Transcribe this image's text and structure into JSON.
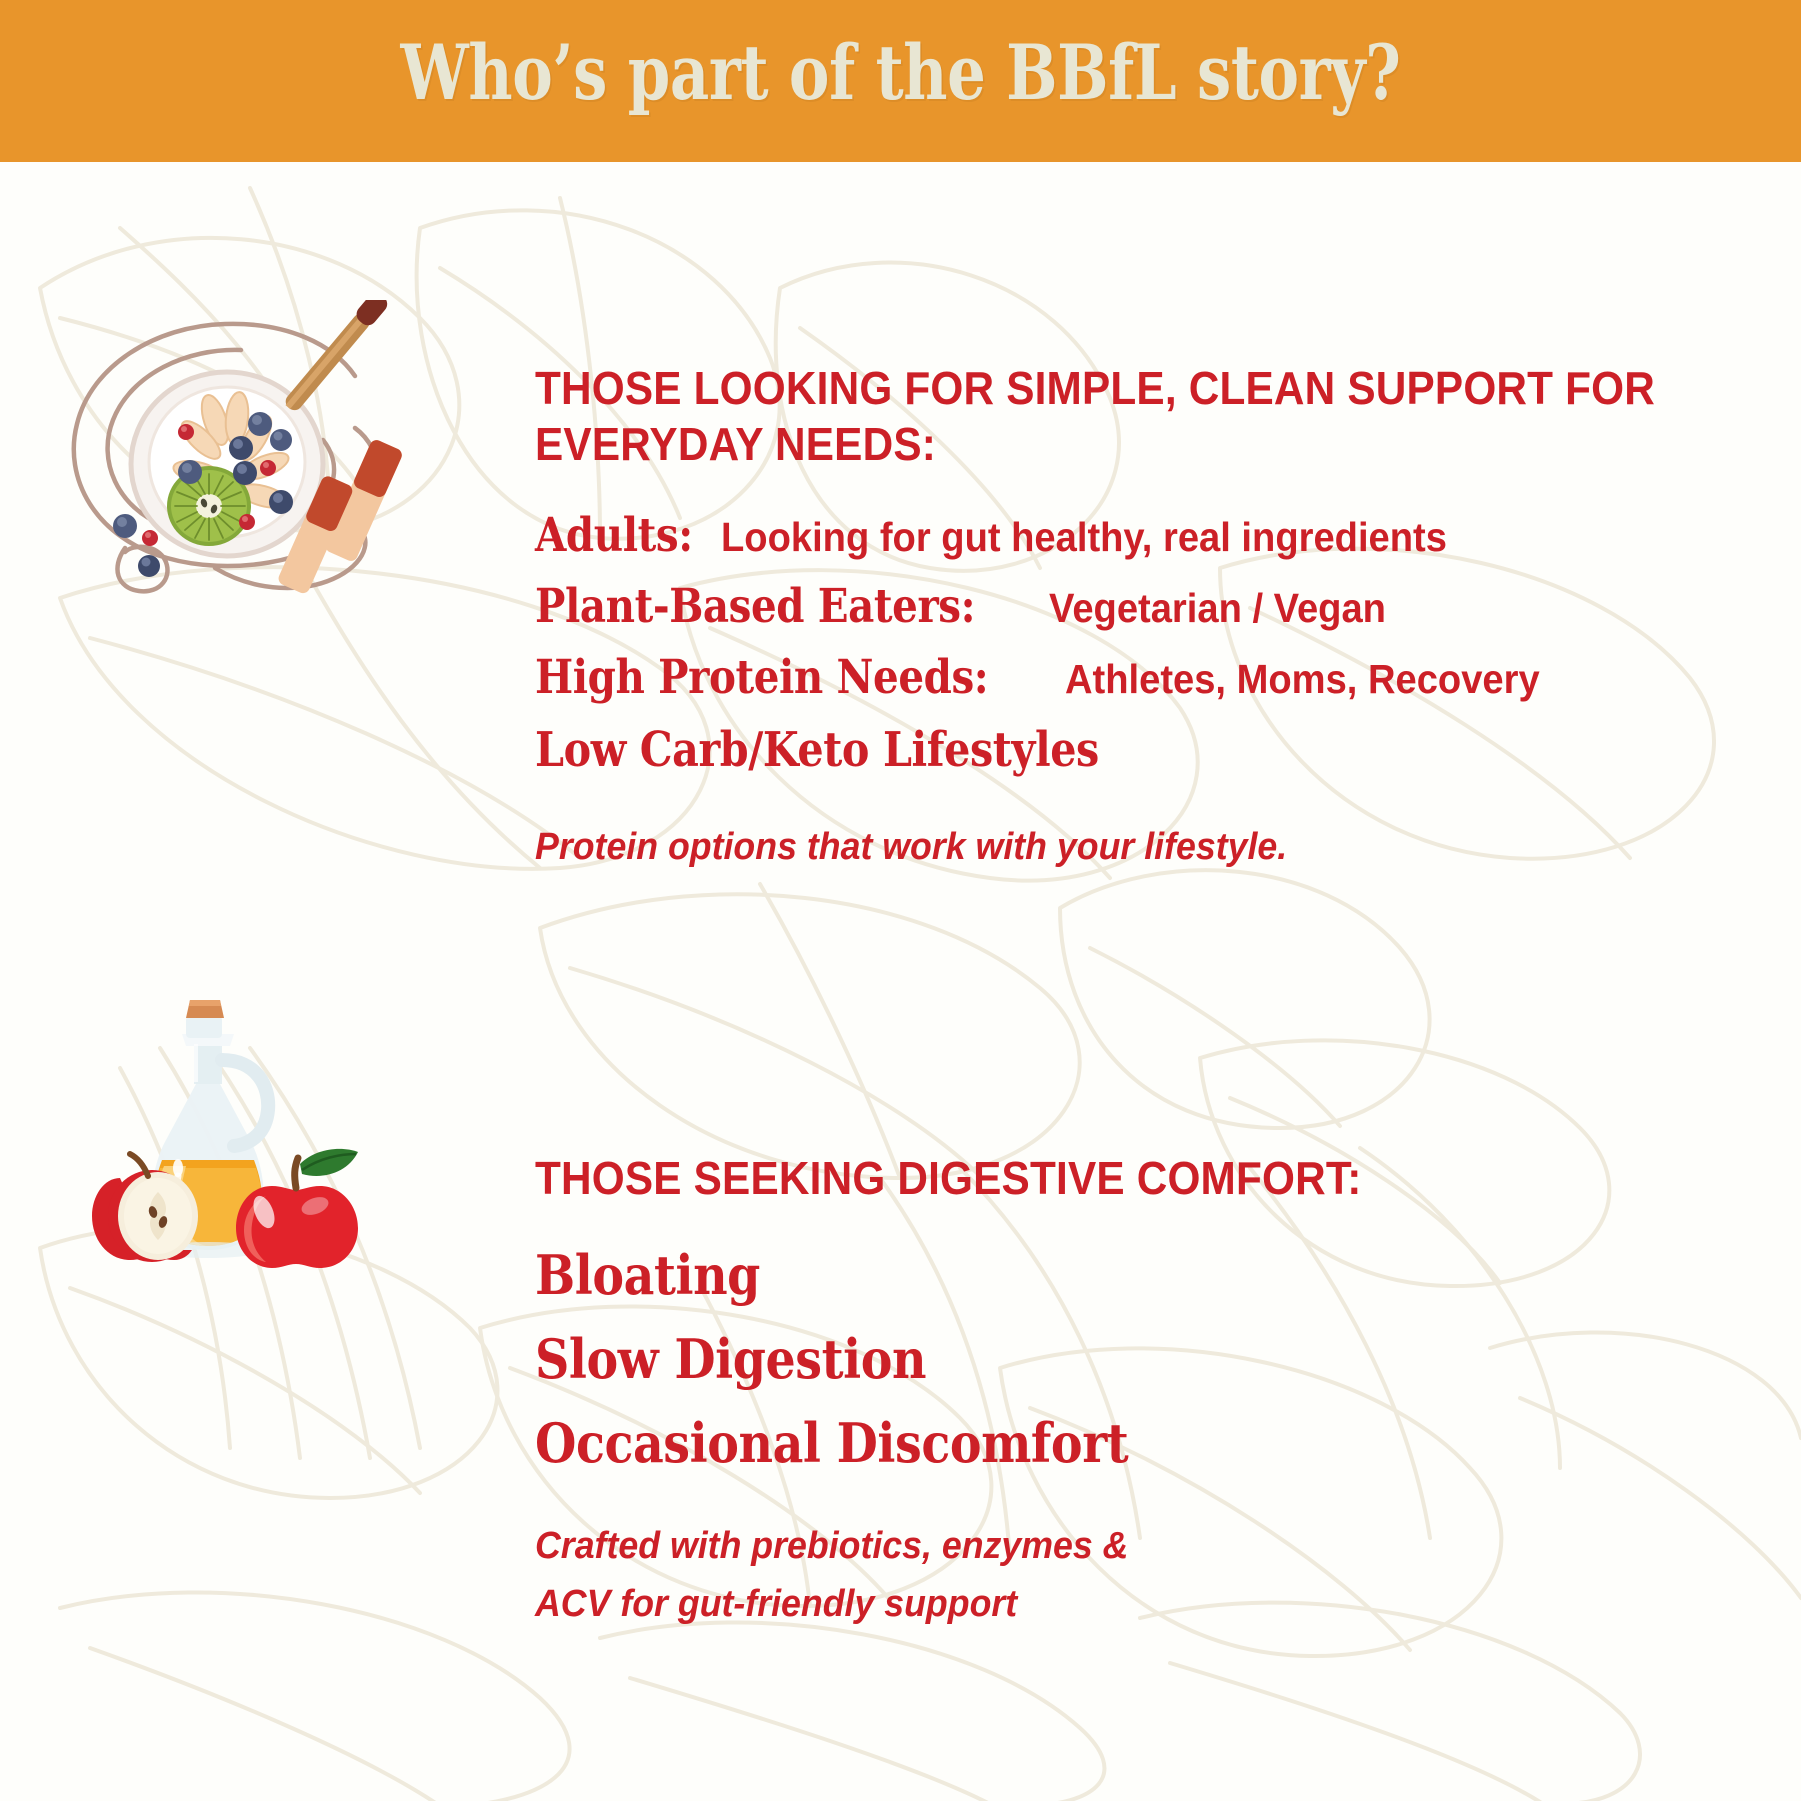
{
  "header": {
    "title": "Who’s part of the BBfL story?",
    "band_color": "#E8952B",
    "title_color": "#E8E6D3"
  },
  "theme": {
    "page_background": "#FEFEFB",
    "accent_red": "#CC2027",
    "pattern_color": "#EFEADC"
  },
  "sections": [
    {
      "kicker": "THOSE LOOKING FOR SIMPLE, CLEAN SUPPORT FOR EVERYDAY NEEDS:",
      "illustration": "smoothie-bowl-illustration",
      "items": [
        {
          "lead": "Adults:",
          "trail": "Looking for gut healthy, real ingredients"
        },
        {
          "lead": "Plant-Based Eaters:",
          "trail": "Vegetarian / Vegan"
        },
        {
          "lead": "High Protein Needs:",
          "trail": "Athletes, Moms, Recovery"
        },
        {
          "lead": "Low Carb/Keto Lifestyles",
          "trail": ""
        }
      ],
      "tagline": "Protein options that work with your lifestyle."
    },
    {
      "kicker": "THOSE SEEKING DIGESTIVE COMFORT:",
      "illustration": "acv-bottle-apples-illustration",
      "big_items": [
        "Bloating",
        "Slow Digestion",
        "Occasional Discomfort"
      ],
      "tagline_line_1": "Crafted with prebiotics, enzymes &",
      "tagline_line_2": "ACV for gut-friendly support"
    }
  ]
}
